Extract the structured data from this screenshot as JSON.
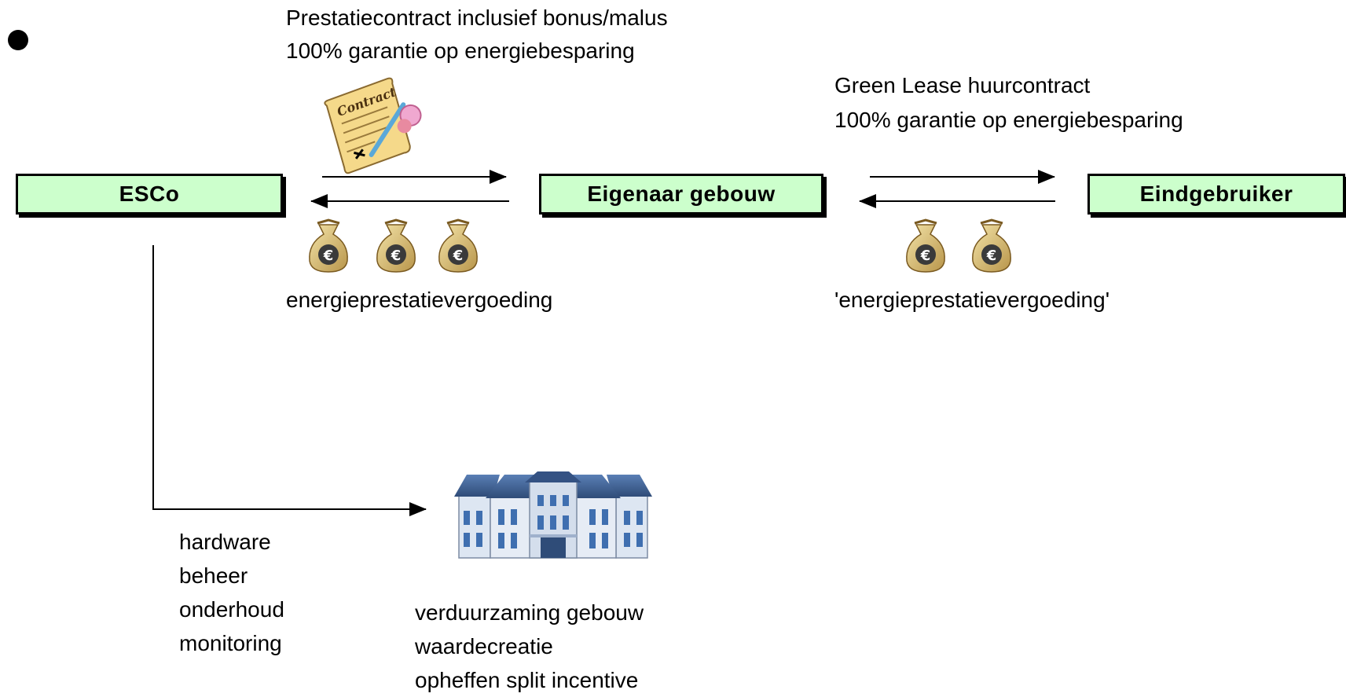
{
  "nodes": {
    "esco": "ESCo",
    "owner": "Eigenaar gebouw",
    "end_user": "Eindgebruiker"
  },
  "contract_owner": {
    "line1": "Prestatiecontract inclusief bonus/malus",
    "line2": "100% garantie op energiebesparing"
  },
  "contract_user": {
    "line1": "Green Lease huurcontract",
    "line2": "100% garantie op energiebesparing"
  },
  "payment_owner": "energieprestatievergoeding",
  "payment_user": "'energieprestatievergoeding'",
  "esco_services": [
    "hardware",
    "beheer",
    "onderhoud",
    "monitoring"
  ],
  "building_outcomes": [
    "verduurzaming gebouw",
    "waardecreatie",
    "opheffen split incentive"
  ],
  "contract_document_label": "Contract",
  "currency_symbol": "€",
  "colors": {
    "box_fill": "#ccffcc",
    "money_bag": "#d9bf73",
    "paper": "#f5d98a",
    "building_roof": "#3e5f90",
    "building_wall": "#dde6f2"
  }
}
